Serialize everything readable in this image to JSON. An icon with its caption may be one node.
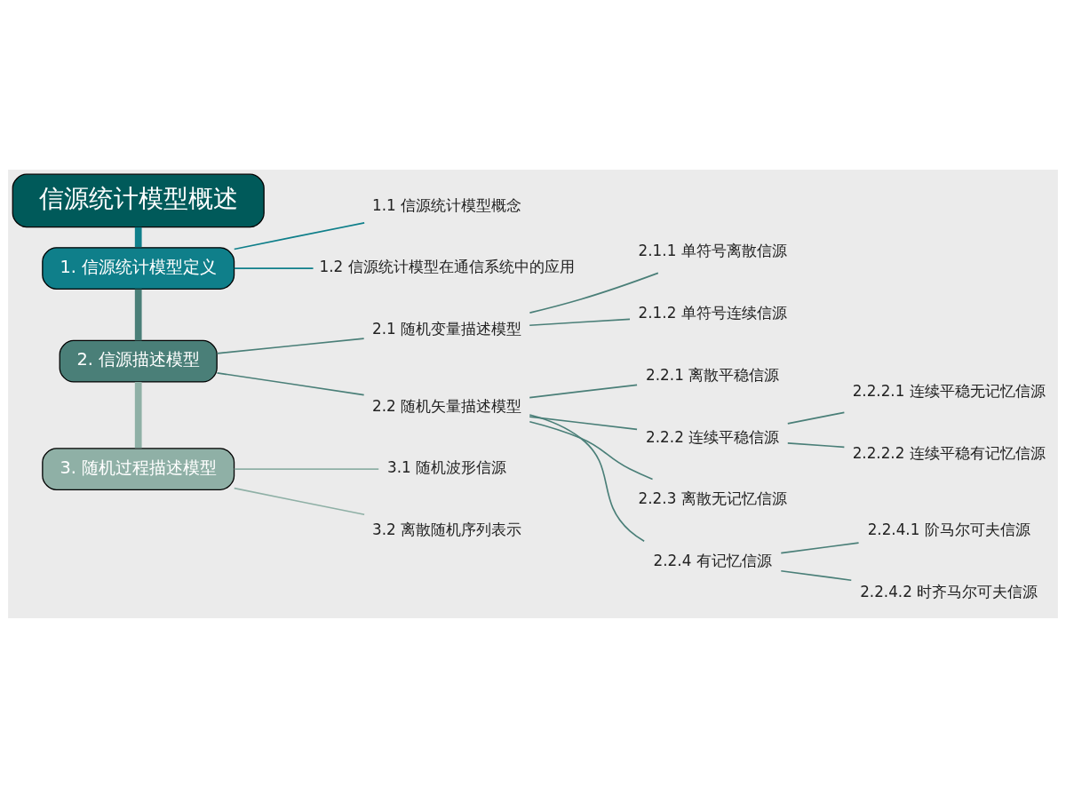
{
  "diagram": {
    "nodes": [
      {
        "text": [
          "信源统计模型概述"
        ]
      },
      {
        "text": [
          "1. 信源统计模型定义"
        ]
      },
      {
        "text": [
          "1.1 信源统计模型概念"
        ]
      },
      {
        "text": [
          "1.2 信源统计模型在通信系统中的应用"
        ]
      },
      {
        "text": [
          "2. 信源描述模型"
        ]
      },
      {
        "text": [
          "2.1 随机变量描述模型"
        ]
      },
      {
        "text": [
          "2.1.1 单符号离散信源"
        ]
      },
      {
        "text": [
          "2.1.2 单符号连续信源"
        ]
      },
      {
        "text": [
          "2.2 随机矢量描述模型"
        ]
      },
      {
        "text": [
          "2.2.1 离散平稳信源"
        ]
      },
      {
        "text": [
          "2.2.2 连续平稳信源"
        ]
      },
      {
        "text": [
          "2.2.2.1 连续平稳无记忆信源"
        ]
      },
      {
        "text": [
          "2.2.2.2 连续平稳有记忆信源"
        ]
      },
      {
        "text": [
          "2.2.3 离散无记忆信源"
        ]
      },
      {
        "text": [
          "2.2.4 有记忆信源"
        ]
      },
      {
        "text": [
          "2.2.4.1 阶马尔可夫信源"
        ]
      },
      {
        "text": [
          "2.2.4.2 时齐马尔可夫信源"
        ]
      },
      {
        "text": [
          "3. 随机过程描述模型"
        ]
      },
      {
        "text": [
          "3.1 随机波形信源"
        ]
      },
      {
        "text": [
          "3.2 离散随机序列表示"
        ]
      }
    ],
    "edges": [
      {
        "from": 0,
        "to": 1,
        "arrow": "none",
        "style": "thick",
        "color": "#0f7f8a"
      },
      {
        "from": 1,
        "to": 4,
        "arrow": "none",
        "style": "thick"
      },
      {
        "from": 4,
        "to": 17,
        "arrow": "none",
        "style": "thick",
        "color": "#8fb0a6"
      },
      {
        "from": 1,
        "to": 2,
        "arrow": "none",
        "color": "#0f7f8a"
      },
      {
        "from": 1,
        "to": 3,
        "arrow": "none",
        "color": "#0f7f8a"
      },
      {
        "from": 4,
        "to": 5,
        "arrow": "none"
      },
      {
        "from": 5,
        "to": 6,
        "arrow": "none"
      },
      {
        "from": 5,
        "to": 7,
        "arrow": "none"
      },
      {
        "from": 4,
        "to": 8,
        "arrow": "none"
      },
      {
        "from": 8,
        "to": 9,
        "arrow": "none"
      },
      {
        "from": 8,
        "to": 10,
        "arrow": "none"
      },
      {
        "from": 10,
        "to": 11,
        "arrow": "none"
      },
      {
        "from": 10,
        "to": 12,
        "arrow": "none"
      },
      {
        "from": 8,
        "to": 13,
        "arrow": "none"
      },
      {
        "from": 8,
        "to": 14,
        "arrow": "none"
      },
      {
        "from": 14,
        "to": 15,
        "arrow": "none"
      },
      {
        "from": 14,
        "to": 16,
        "arrow": "none"
      },
      {
        "from": 17,
        "to": 18,
        "arrow": "none",
        "color": "#8fb0a6"
      },
      {
        "from": 17,
        "to": 19,
        "arrow": "none",
        "color": "#8fb0a6"
      }
    ]
  }
}
